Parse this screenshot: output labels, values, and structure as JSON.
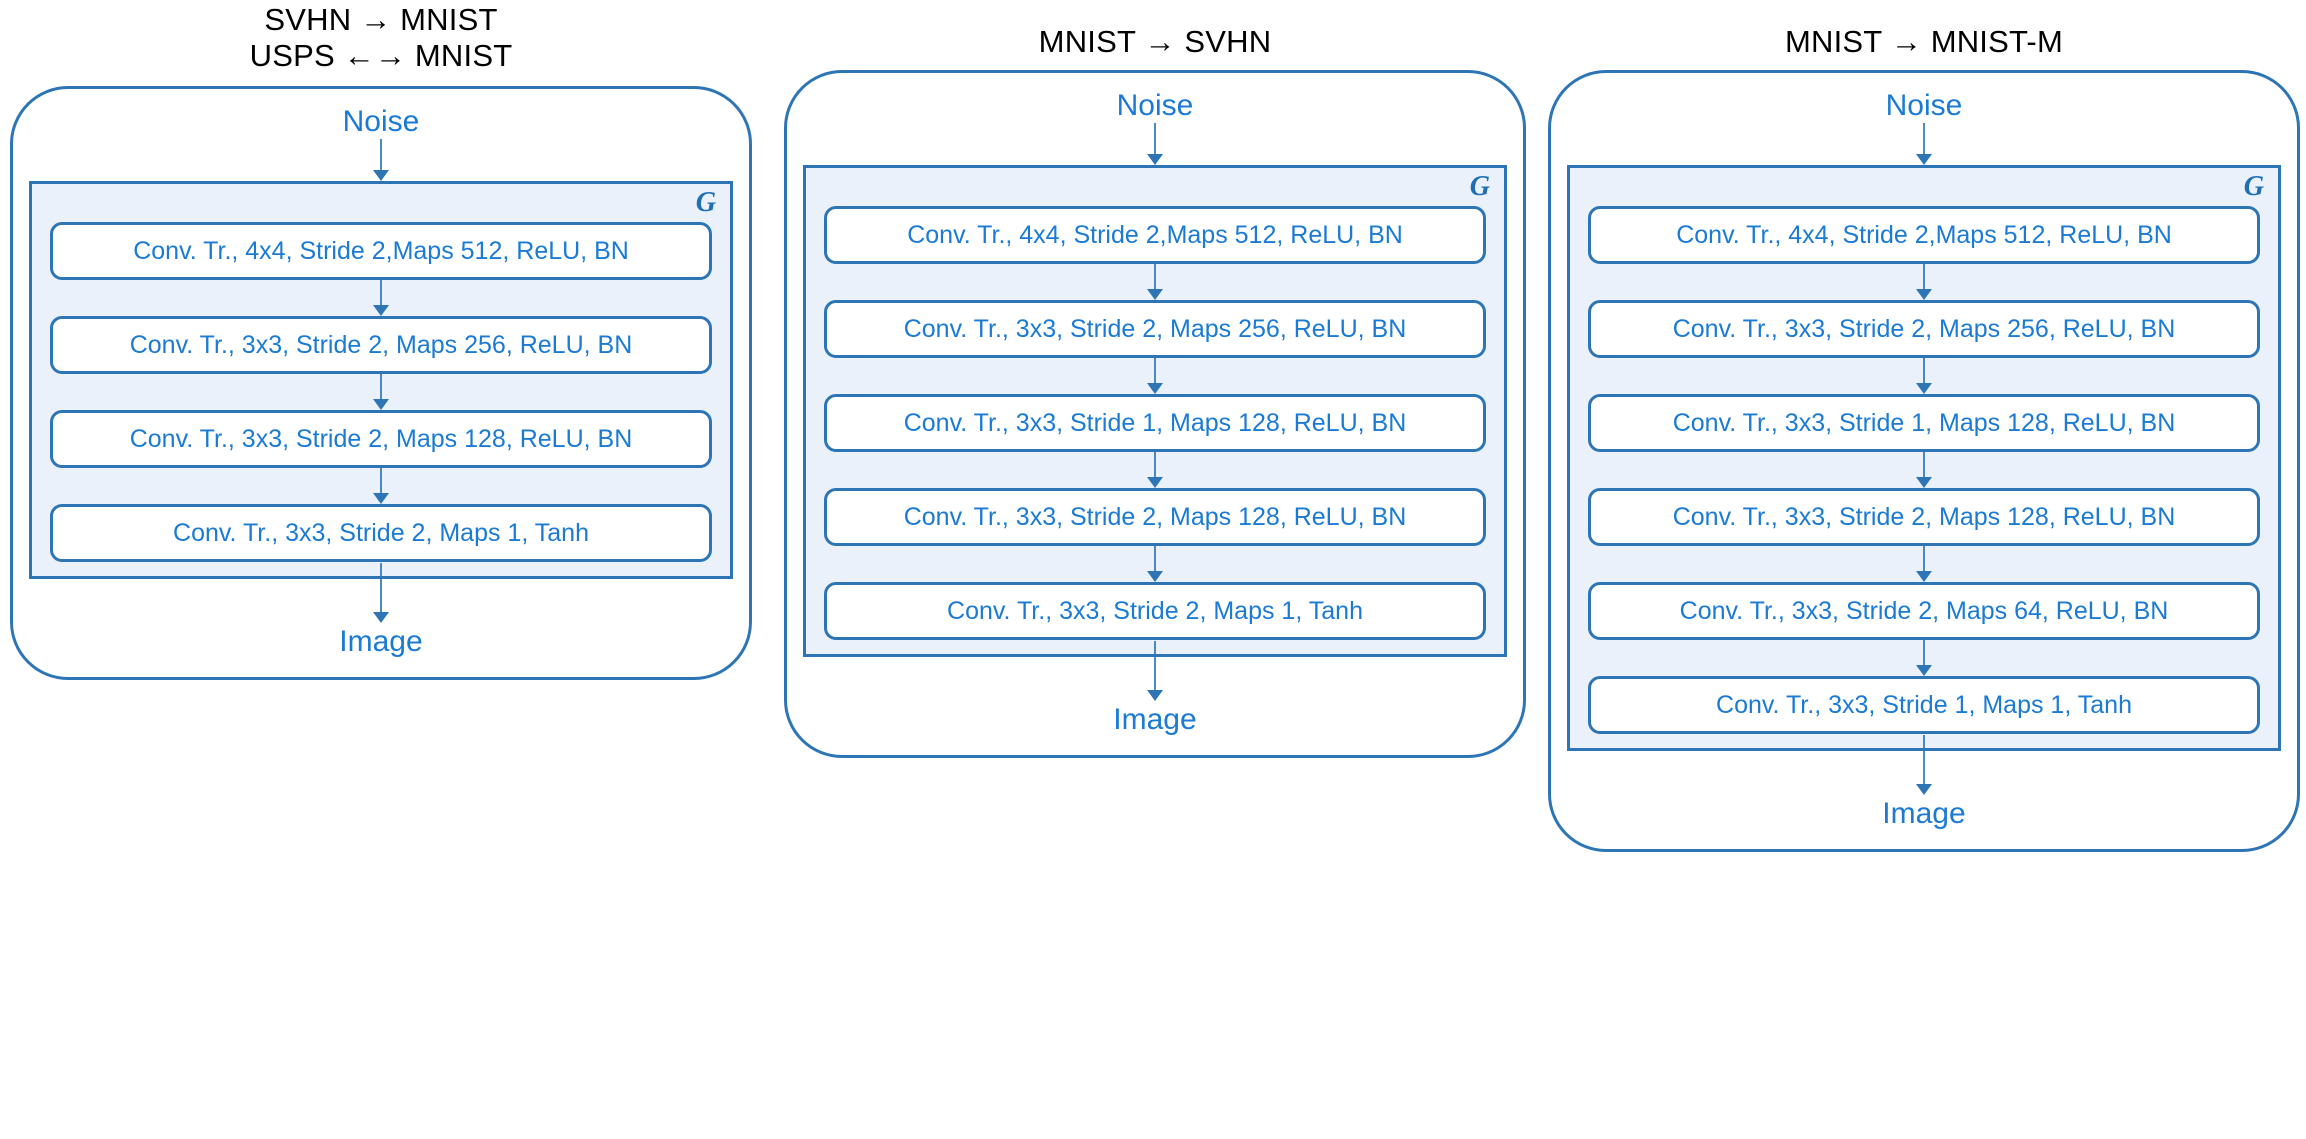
{
  "diagram": {
    "noise_label": "Noise",
    "image_label": "Image",
    "generator_symbol": "G",
    "colors": {
      "stroke": "#2E75B6",
      "box_text": "#1A7AD4",
      "generator_fill": "#EAF1FA",
      "title_text": "#000000"
    }
  },
  "panels": [
    {
      "title": "SVHN → MNIST\nUSPS ←→ MNIST",
      "noise": "Noise",
      "image": "Image",
      "generator_symbol": "G",
      "layers": [
        "Conv. Tr., 4x4, Stride 2,Maps 512, ReLU, BN",
        "Conv. Tr., 3x3, Stride 2, Maps 256, ReLU, BN",
        "Conv. Tr., 3x3, Stride 2, Maps 128, ReLU, BN",
        "Conv. Tr., 3x3, Stride 2, Maps 1, Tanh"
      ]
    },
    {
      "title": "MNIST → SVHN",
      "noise": "Noise",
      "image": "Image",
      "generator_symbol": "G",
      "layers": [
        "Conv. Tr., 4x4, Stride 2,Maps 512, ReLU, BN",
        "Conv. Tr., 3x3, Stride 2, Maps 256, ReLU, BN",
        "Conv. Tr., 3x3, Stride 1, Maps 128, ReLU, BN",
        "Conv. Tr., 3x3, Stride 2, Maps 128, ReLU, BN",
        "Conv. Tr., 3x3, Stride 2, Maps 1, Tanh"
      ]
    },
    {
      "title": "MNIST → MNIST-M",
      "noise": "Noise",
      "image": "Image",
      "generator_symbol": "G",
      "layers": [
        "Conv. Tr., 4x4, Stride 2,Maps 512, ReLU, BN",
        "Conv. Tr., 3x3, Stride 2, Maps 256, ReLU, BN",
        "Conv. Tr., 3x3, Stride 1, Maps 128, ReLU, BN",
        "Conv. Tr., 3x3, Stride 2, Maps 128, ReLU, BN",
        "Conv. Tr., 3x3, Stride 2, Maps 64, ReLU, BN",
        "Conv. Tr., 3x3, Stride 1, Maps 1, Tanh"
      ]
    }
  ]
}
